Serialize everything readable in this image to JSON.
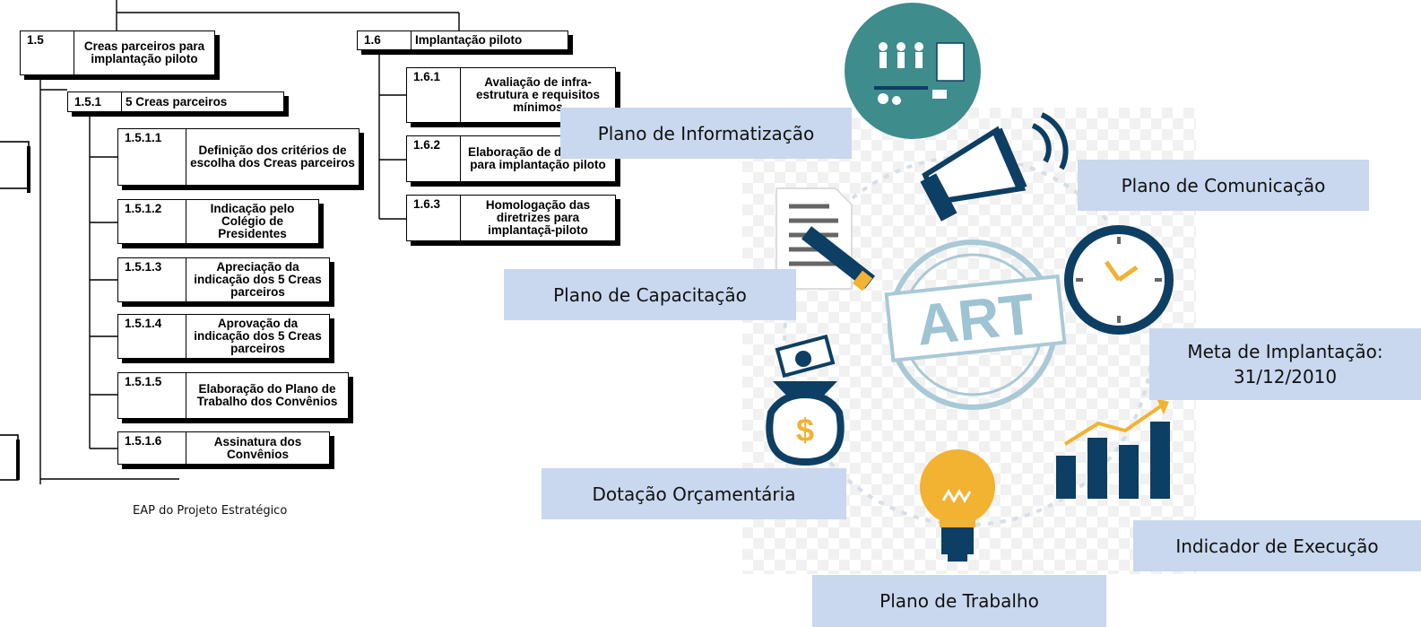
{
  "wbs": {
    "n15": {
      "code": "1.5",
      "label": "Creas parceiros para implantação piloto"
    },
    "n151": {
      "code": "1.5.1",
      "label": "5 Creas parceiros"
    },
    "n1511": {
      "code": "1.5.1.1",
      "label": "Definição dos critérios de escolha dos Creas parceiros"
    },
    "n1512": {
      "code": "1.5.1.2",
      "label": "Indicação pelo Colégio de Presidentes"
    },
    "n1513": {
      "code": "1.5.1.3",
      "label": "Apreciação da indicação dos 5 Creas parceiros"
    },
    "n1514": {
      "code": "1.5.1.4",
      "label": "Aprovação da indicação dos 5 Creas parceiros"
    },
    "n1515": {
      "code": "1.5.1.5",
      "label": "Elaboração do Plano de Trabalho dos Convênios"
    },
    "n1516": {
      "code": "1.5.1.6",
      "label": "Assinatura dos Convênios"
    },
    "n16": {
      "code": "1.6",
      "label": "Implantação piloto"
    },
    "n161": {
      "code": "1.6.1",
      "label": "Avaliação de infra-estrutura e requisitos mínimos"
    },
    "n162": {
      "code": "1.6.2",
      "label": "Elaboração de diretrizes para implantação piloto"
    },
    "n163": {
      "code": "1.6.3",
      "label": "Homologação das diretrizes para implantaçã-piloto"
    },
    "caption": "EAP do Projeto Estratégico"
  },
  "cycle": {
    "center": "ART",
    "labels": {
      "informatizacao": "Plano de Informatização",
      "comunicacao": "Plano de Comunicação",
      "capacitacao": "Plano de Capacitação",
      "meta_line1": "Meta de Implantação:",
      "meta_line2": "31/12/2010",
      "dotacao": "Dotação Orçamentária",
      "indicador": "Indicador de Execução",
      "trabalho": "Plano de Trabalho"
    }
  },
  "colors": {
    "label_bg": "#c9d8ee",
    "navy": "#0d3e63",
    "teal": "#3f8c8c",
    "gold": "#f2b232",
    "art_blue": "#9ec3d3"
  }
}
